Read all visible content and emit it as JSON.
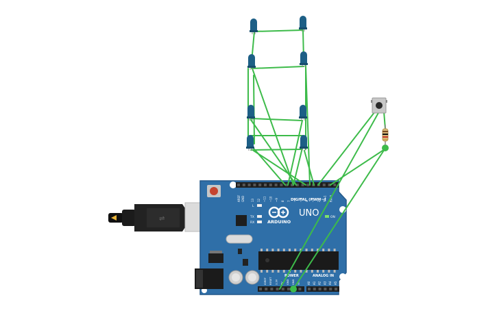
{
  "board": {
    "brand": "ARDUINO",
    "model": "UNO",
    "digital_header": "DIGITAL (PWM~)",
    "power_header": "POWER",
    "analog_header": "ANALOG IN",
    "on_label": "ON",
    "led_l": "L",
    "led_tx": "TX",
    "led_rx": "RX",
    "aref": "AREF",
    "gnd_top": "GND",
    "digital_pins": [
      "13",
      "12",
      "~11",
      "~10",
      "~9",
      "8",
      "7",
      "~6",
      "~5",
      "4",
      "~3",
      "2",
      "TX▸1",
      "RX◂0"
    ],
    "power_pins": [
      "IOREF",
      "RESET",
      "3.3V",
      "5V",
      "GND",
      "GND",
      "Vin"
    ],
    "analog_pins": [
      "A0",
      "A1",
      "A2",
      "A3",
      "A4",
      "A5"
    ],
    "colors": {
      "board": "#2f6fa8",
      "board_edge": "#24598a",
      "header": "#1e1e1e",
      "wire": "#3dbb4a",
      "led": "#1d5f86",
      "usb": "#d9d9d9"
    }
  },
  "components": {
    "leds": [
      "blue-led",
      "blue-led",
      "blue-led",
      "blue-led",
      "blue-led",
      "blue-led",
      "blue-led",
      "blue-led"
    ],
    "button": "pushbutton",
    "resistor": "resistor"
  }
}
